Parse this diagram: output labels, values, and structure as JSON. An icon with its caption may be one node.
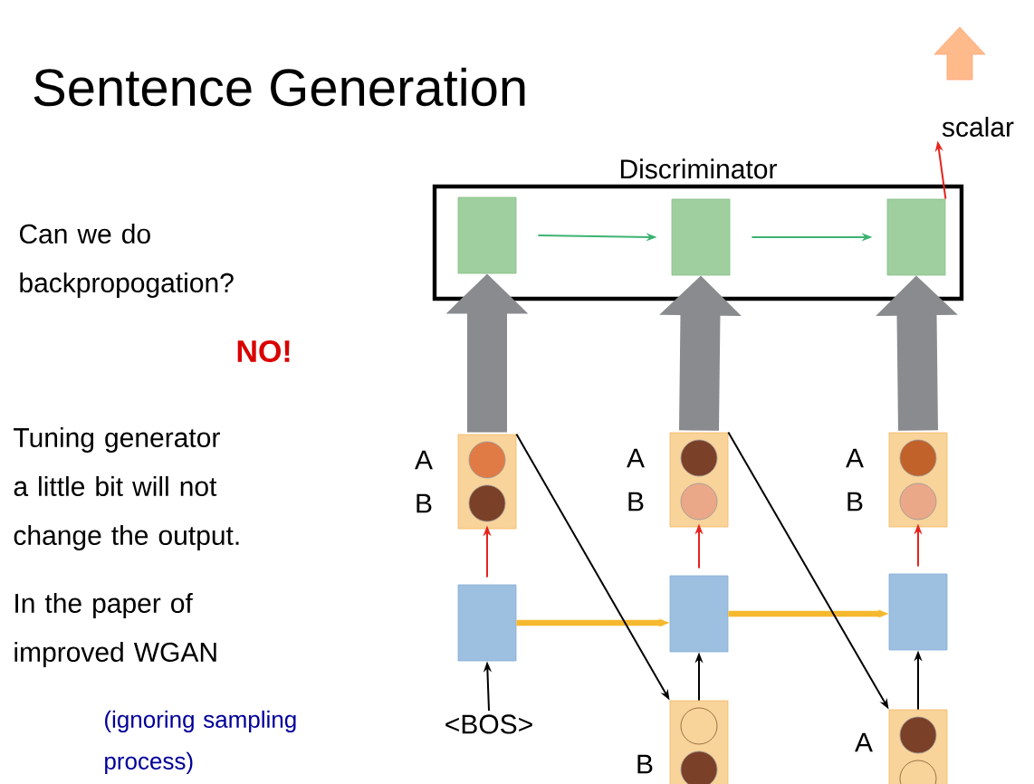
{
  "diagram": {
    "title": "Sentence Generation",
    "nodes": [
      {
        "text": [
          "Discriminator"
        ]
      },
      {
        "text": [],
        "shape": "box",
        "in": 0
      },
      {
        "text": [],
        "shape": "box",
        "in": 0
      },
      {
        "text": [],
        "shape": "box",
        "in": 0
      },
      {
        "text": [],
        "shape": "box",
        "beside": [
          "A",
          "B"
        ]
      },
      {
        "text": [],
        "shape": "box",
        "beside": [
          "A",
          "B"
        ]
      },
      {
        "text": [],
        "shape": "box",
        "beside": [
          "A",
          "B"
        ]
      },
      {
        "text": [],
        "shape": "box"
      },
      {
        "text": [],
        "shape": "box"
      },
      {
        "text": [],
        "shape": "box"
      },
      {
        "text": [
          "<BOS>"
        ]
      },
      {
        "text": [],
        "shape": "box",
        "beside": [
          "B"
        ]
      },
      {
        "text": [],
        "shape": "box",
        "beside": [
          "A"
        ]
      },
      {
        "text": [
          "scalar"
        ]
      }
    ],
    "edges": [
      {
        "from": 1,
        "to": 2,
        "arrow": "to",
        "color": "#3cb371"
      },
      {
        "from": 2,
        "to": 3,
        "arrow": "to",
        "color": "#3cb371"
      },
      {
        "from": 3,
        "to": 13,
        "arrow": "to",
        "color": "#e8221c"
      },
      {
        "from": 4,
        "to": 1,
        "arrow": "to",
        "style": "thick",
        "color": "#8a8b8f"
      },
      {
        "from": 5,
        "to": 2,
        "arrow": "to",
        "style": "thick",
        "color": "#8a8b8f"
      },
      {
        "from": 6,
        "to": 3,
        "arrow": "to",
        "style": "thick",
        "color": "#8a8b8f"
      },
      {
        "from": 7,
        "to": 4,
        "arrow": "to",
        "color": "#e8221c"
      },
      {
        "from": 8,
        "to": 5,
        "arrow": "to",
        "color": "#e8221c"
      },
      {
        "from": 9,
        "to": 6,
        "arrow": "to",
        "color": "#e8221c"
      },
      {
        "from": 7,
        "to": 8,
        "arrow": "to",
        "style": "thick",
        "color": "#f5b82e"
      },
      {
        "from": 8,
        "to": 9,
        "arrow": "to",
        "style": "thick",
        "color": "#f5b82e"
      },
      {
        "from": 10,
        "to": 7,
        "arrow": "to"
      },
      {
        "from": 11,
        "to": 8,
        "arrow": "to"
      },
      {
        "from": 12,
        "to": 9,
        "arrow": "to"
      },
      {
        "from": 4,
        "to": 11,
        "arrow": "to"
      },
      {
        "from": 5,
        "to": 12,
        "arrow": "to"
      }
    ],
    "labels": [
      "Can we do backpropogation?",
      "NO!",
      "Tuning generator a little bit will not change the output.",
      "In the paper of improved WGAN",
      "(ignoring sampling process)"
    ]
  }
}
